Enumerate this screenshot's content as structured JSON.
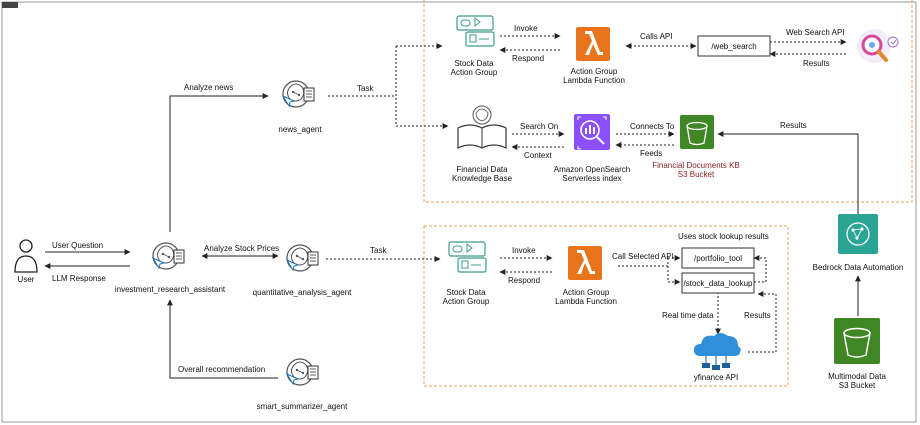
{
  "colors": {
    "lambda": "#e8741c",
    "opensearch": "#8c4fff",
    "s3": "#3f8624",
    "bedrock": "#2aa595",
    "agent_line": "#555555",
    "frame": "#e8a15a"
  },
  "icons": {
    "user": "user-icon",
    "agent": "agent-icon",
    "action_group": "action-group-icon",
    "lambda": "lambda-icon",
    "search_api": "web-search-icon",
    "knowledge_base": "knowledge-base-icon",
    "opensearch": "opensearch-icon",
    "s3": "s3-bucket-icon",
    "bedrock": "bedrock-automation-icon",
    "cloud_api": "cloud-api-icon"
  },
  "nodes": {
    "user": "User",
    "investment_research_assistant": "investment_research_assistant",
    "news_agent": "news_agent",
    "quantitative_analysis_agent": "quantitative_analysis_agent",
    "smart_summarizer_agent": "smart_summarizer_agent",
    "news_action_group": [
      "Stock Data",
      "Action Group"
    ],
    "news_lambda": [
      "Action Group",
      "Lambda Function"
    ],
    "web_search_tool": "/web_search",
    "knowledge_base": [
      "Financial Data",
      "Knowledge Base"
    ],
    "opensearch": [
      "Amazon OpenSearch",
      "Serverless index"
    ],
    "financial_docs_bucket": [
      "Financial Documents KB",
      "S3 Bucket"
    ],
    "quant_action_group": [
      "Stock Data",
      "Action Group"
    ],
    "quant_lambda": [
      "Action Group",
      "Lambda Function"
    ],
    "portfolio_tool": "/portfolio_tool",
    "stock_lookup_tool": "/stock_data_lookup",
    "yfinance": "yfinance API",
    "bedrock_automation": "Bedrock Data Automation",
    "multimodal_bucket": [
      "Multimodal Data",
      "S3 Bucket"
    ]
  },
  "edges": {
    "user_question": "User Question",
    "llm_response": "LLM Response",
    "analyze_news": "Analyze news",
    "analyze_stock_prices": "Analyze Stock Prices",
    "overall_recommendation": "Overall recommendation",
    "news_task": "Task",
    "quant_task": "Task",
    "invoke_top": "Invoke",
    "respond_top": "Respond",
    "calls_api": "Calls API",
    "web_search_api": "Web Search API",
    "results_top": "Results",
    "search_on": "Search On",
    "context": "Context",
    "connects_to": "Connects To",
    "feeds": "Feeds",
    "results_bucket": "Results",
    "invoke_bottom": "Invoke",
    "respond_bottom": "Respond",
    "call_selected_api": "Call Selected API",
    "uses_lookup_results": "Uses stock lookup results",
    "real_time_data": "Real time data",
    "results_yfinance": "Results"
  }
}
